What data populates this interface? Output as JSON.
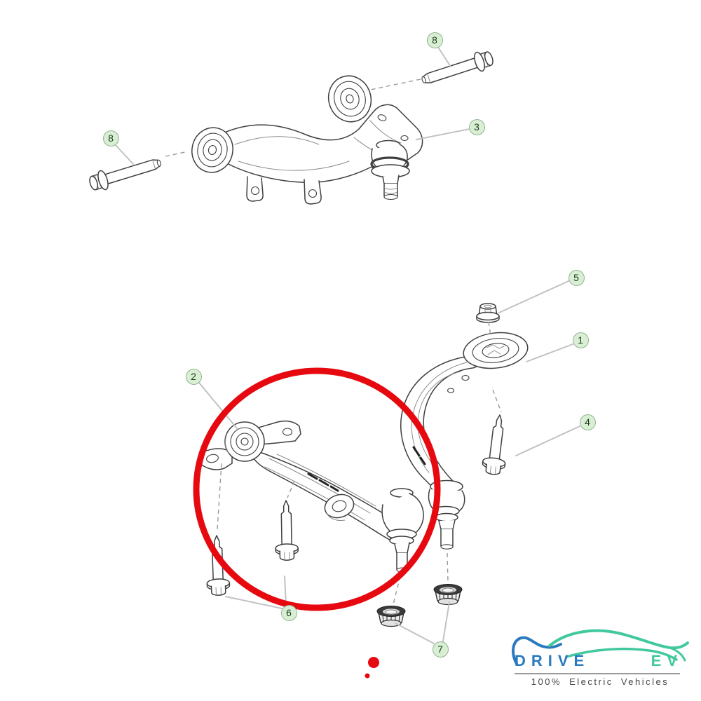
{
  "diagram": {
    "callouts": [
      {
        "id": "callout-8-top-right",
        "label": "8"
      },
      {
        "id": "callout-8-left",
        "label": "8"
      },
      {
        "id": "callout-3",
        "label": "3"
      },
      {
        "id": "callout-5",
        "label": "5"
      },
      {
        "id": "callout-1",
        "label": "1"
      },
      {
        "id": "callout-2",
        "label": "2"
      },
      {
        "id": "callout-4",
        "label": "4"
      },
      {
        "id": "callout-6",
        "label": "6"
      },
      {
        "id": "callout-7",
        "label": "7"
      }
    ]
  },
  "logo": {
    "brand_left": "DRIVE",
    "brand_right": "EV",
    "tagline": "100% Electric Vehicles"
  },
  "theme": {
    "background": "#ffffff",
    "ink": "#3f3f3f",
    "ink-light": "#8c8c8c",
    "leader": "#c2c2c2",
    "dash": "#9a9a9a",
    "callout-fill": "#d9efd4",
    "callout-border": "#92b492",
    "callout-text": "#1e3a1e",
    "highlight-red": "#e60a10",
    "logo-blue": "#2b7abf",
    "logo-teal": "#42c89e",
    "logo-text": "#464646",
    "logo-rule": "#9a9a9a"
  }
}
